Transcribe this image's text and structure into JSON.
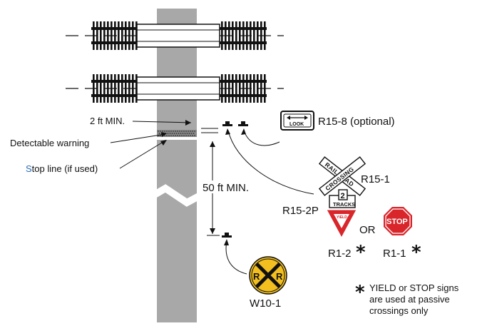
{
  "labels": {
    "min_width": "2 ft MIN.",
    "detectable_warning": "Detectable warning",
    "stop_line_first": "S",
    "stop_line_rest": "top line (if used)",
    "distance": "50 ft MIN.",
    "r15_8": "R15-8 (optional)",
    "r15_1": "R15-1",
    "r15_2p": "R15-2P",
    "or": "OR",
    "r1_2": "R1-2",
    "r1_1": "R1-1",
    "w10_1": "W10-1",
    "asterisk": "*"
  },
  "signs": {
    "look": "LOOK",
    "crossbuck_left": "RAILROAD",
    "crossbuck_right": "CROSSING",
    "tracks_number": "2",
    "tracks_word": "TRACKS",
    "yield": "YIELD",
    "stop": "STOP",
    "rr_left": "R",
    "rr_right": "R"
  },
  "footnote": {
    "line1": "YIELD or STOP signs",
    "line2": "are used at passive",
    "line3": "crossings only"
  },
  "colors": {
    "path": "#a8a8a8",
    "warning": "#8a8a8a",
    "yield_red": "#d8262b",
    "stop_red": "#d8262b",
    "advance_yellow": "#f2bf1f",
    "accent_blue": "#2a6ab5"
  }
}
